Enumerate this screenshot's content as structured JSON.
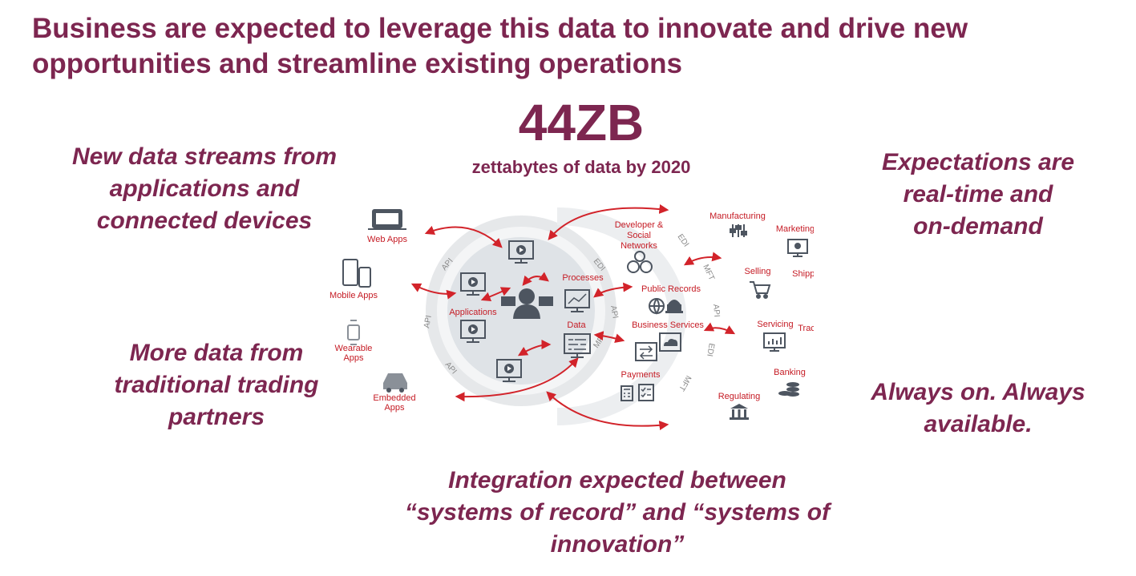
{
  "title": {
    "line1": "Business are expected to leverage this data to innovate and drive new",
    "line2": "opportunities and streamline existing operations"
  },
  "stat": {
    "value": "44ZB",
    "caption": "zettabytes of data by 2020"
  },
  "callouts": {
    "new_data": [
      "New data streams from",
      "applications and",
      "connected devices"
    ],
    "expectations": [
      "Expectations are",
      "real-time and",
      "on-demand"
    ],
    "more_data": [
      "More data from",
      "traditional trading",
      "partners"
    ],
    "always_on": [
      "Always on. Always",
      "available."
    ],
    "integration": [
      "Integration expected between",
      "“systems of record” and “systems of",
      "innovation”"
    ]
  },
  "diagram": {
    "left_devices": [
      "Web Apps",
      "Mobile Apps",
      "Wearable",
      "Apps",
      "Embedded",
      "Apps"
    ],
    "core_labels": [
      "Applications",
      "Processes",
      "Data"
    ],
    "ring_labels": [
      "API",
      "EDI",
      "API",
      "API",
      "API",
      "MFT",
      "EDI",
      "MFT",
      "API",
      "EDI",
      "MFT"
    ],
    "middle_labels": [
      "Developer &",
      "Social",
      "Networks",
      "Public Records",
      "Business Services",
      "Payments"
    ],
    "right_labels": [
      "Manufacturing",
      "Marketing",
      "Selling",
      "Shipping",
      "Servicing",
      "Tracking",
      "Banking",
      "Regulating"
    ],
    "icons": [
      "laptop-icon",
      "phone-tablet-icon",
      "smartwatch-icon",
      "car-icon",
      "monitor-play-icon",
      "user-workstation-icon",
      "chart-monitor-icon",
      "binary-data-monitor-icon",
      "people-icon",
      "globe-icon",
      "capitol-icon",
      "transfer-icon",
      "cloud-icon",
      "calculator-icon",
      "checklist-icon",
      "controls-icon",
      "chat-monitor-icon",
      "cart-icon",
      "ship-icon",
      "bar-chart-monitor-icon",
      "barcode-icon",
      "coins-icon",
      "bank-icon"
    ],
    "colors": {
      "accent": "#7d2650",
      "arrow": "#d2232a",
      "icon": "#4d5560",
      "circle": "#e3e6ea",
      "ring": "#eef0f2"
    }
  }
}
